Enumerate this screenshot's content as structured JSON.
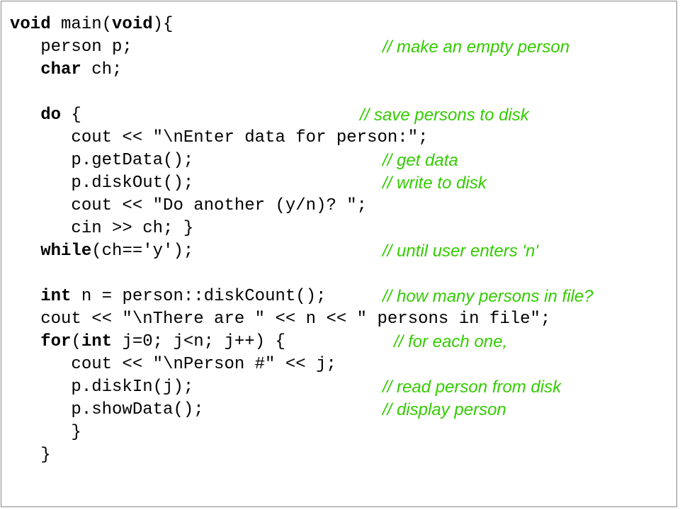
{
  "colors": {
    "code": "#000000",
    "comment": "#33cc00",
    "background": "#ffffff"
  },
  "lines": [
    {
      "code": [
        {
          "t": "void",
          "kw": true
        },
        {
          "t": " main("
        },
        {
          "t": "void",
          "kw": true
        },
        {
          "t": "){"
        }
      ],
      "comment": ""
    },
    {
      "code": [
        {
          "t": "   person p;"
        }
      ],
      "comment": "// make an empty person"
    },
    {
      "code": [
        {
          "t": "   "
        },
        {
          "t": "char",
          "kw": true
        },
        {
          "t": " ch;"
        }
      ],
      "comment": ""
    },
    {
      "code": [],
      "comment": ""
    },
    {
      "code": [
        {
          "t": "   "
        },
        {
          "t": "do",
          "kw": true
        },
        {
          "t": " {"
        }
      ],
      "comment": "// save persons to disk"
    },
    {
      "code": [
        {
          "t": "      cout << \"\\nEnter data for person:\";"
        }
      ],
      "comment": ""
    },
    {
      "code": [
        {
          "t": "      p.getData();"
        }
      ],
      "comment": "// get data"
    },
    {
      "code": [
        {
          "t": "      p.diskOut();"
        }
      ],
      "comment": "// write to disk"
    },
    {
      "code": [
        {
          "t": "      cout << \"Do another (y/n)? \";"
        }
      ],
      "comment": ""
    },
    {
      "code": [
        {
          "t": "      cin >> ch; }"
        }
      ],
      "comment": ""
    },
    {
      "code": [
        {
          "t": "   "
        },
        {
          "t": "while",
          "kw": true
        },
        {
          "t": "(ch=='y');"
        }
      ],
      "comment": "// until user enters 'n'"
    },
    {
      "code": [],
      "comment": ""
    },
    {
      "code": [
        {
          "t": "   "
        },
        {
          "t": "int",
          "kw": true
        },
        {
          "t": " n = person::diskCount();"
        }
      ],
      "comment": "// how many persons in file?"
    },
    {
      "code": [
        {
          "t": "   cout << \"\\nThere are \" << n << \" persons in file\";"
        }
      ],
      "comment": ""
    },
    {
      "code": [
        {
          "t": "   "
        },
        {
          "t": "for",
          "kw": true
        },
        {
          "t": "("
        },
        {
          "t": "int",
          "kw": true
        },
        {
          "t": " j=0; j<n; j++) {"
        }
      ],
      "comment": "// for each one,"
    },
    {
      "code": [
        {
          "t": "      cout << \"\\nPerson #\" << j;"
        }
      ],
      "comment": ""
    },
    {
      "code": [
        {
          "t": "      p.diskIn(j);"
        }
      ],
      "comment": "// read person from disk"
    },
    {
      "code": [
        {
          "t": "      p.showData();"
        }
      ],
      "comment": "// display person"
    },
    {
      "code": [
        {
          "t": "      }"
        }
      ],
      "comment": ""
    },
    {
      "code": [
        {
          "t": "   }"
        }
      ],
      "comment": ""
    }
  ]
}
